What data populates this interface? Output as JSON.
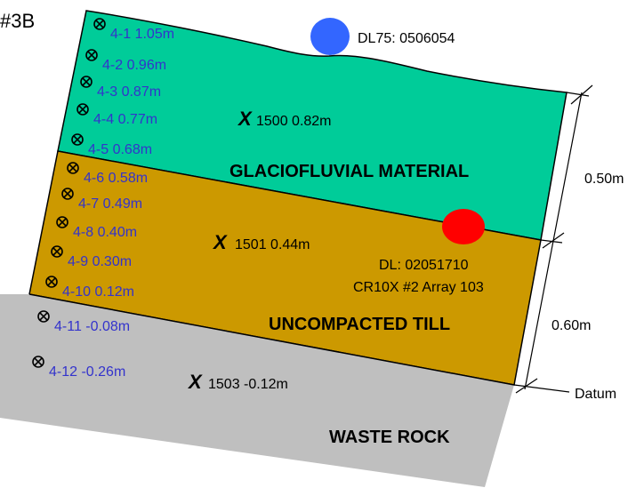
{
  "title": "#3B",
  "colors": {
    "glaciofluvial": "#00CC99",
    "till": "#CC9900",
    "waste_rock": "#BFBFBF",
    "sensor_text_blue": "#3333CC",
    "logger_top": "#3366FF",
    "logger_bottom": "#FF0000"
  },
  "layers": {
    "glaciofluvial": "GLACIOFLUVIAL MATERIAL",
    "till": "UNCOMPACTED TILL",
    "waste_rock": "WASTE ROCK"
  },
  "sensor_icon": "circle-x-icon",
  "sensors": [
    {
      "label": "4-1 1.05m"
    },
    {
      "label": "4-2 0.96m"
    },
    {
      "label": "4-3 0.87m"
    },
    {
      "label": "4-4 0.77m"
    },
    {
      "label": "4-5 0.68m"
    },
    {
      "label": "4-6 0.58m"
    },
    {
      "label": "4-7 0.49m"
    },
    {
      "label": "4-8 0.40m"
    },
    {
      "label": "4-9 0.30m"
    },
    {
      "label": "4-10 0.12m"
    },
    {
      "label": "4-11 -0.08m"
    },
    {
      "label": "4-12 -0.26m"
    }
  ],
  "x_marker_symbol": "X",
  "x_markers": [
    {
      "label": "1500  0.82m"
    },
    {
      "label": "1501  0.44m"
    },
    {
      "label": "1503  -0.12m"
    }
  ],
  "loggers": {
    "top": "DL75: 0506054",
    "bottom_line1": "DL: 02051710",
    "bottom_line2": "CR10X #2 Array 103"
  },
  "dimensions": {
    "upper": "0.50m",
    "lower": "0.60m",
    "datum": "Datum"
  }
}
